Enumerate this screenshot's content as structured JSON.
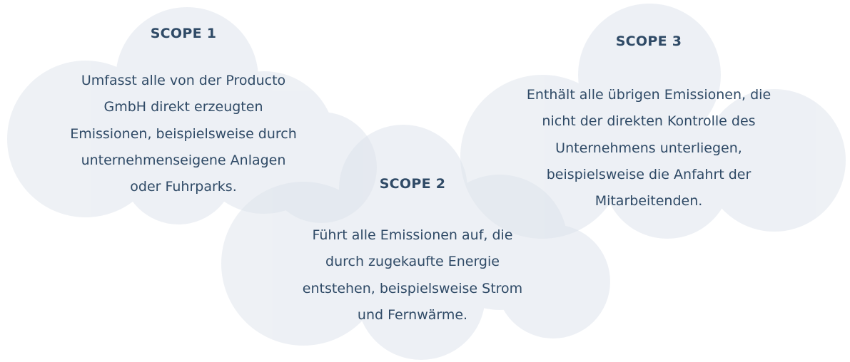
{
  "colors": {
    "cloud": "#dde3ec",
    "text": "#2f4a66"
  },
  "scopes": [
    {
      "title": "SCOPE 1",
      "lines": [
        "Umfasst alle von der Producto",
        "GmbH direkt erzeugten",
        "Emissionen, beispielsweise durch",
        "unternehmenseigene Anlagen",
        "oder Fuhrparks."
      ]
    },
    {
      "title": "SCOPE 2",
      "lines": [
        "Führt alle Emissionen auf, die",
        "durch zugekaufte Energie",
        "entstehen, beispielsweise Strom",
        "und Fernwärme."
      ]
    },
    {
      "title": "SCOPE 3",
      "lines": [
        "Enthält alle übrigen Emissionen, die",
        "nicht der direkten Kontrolle des",
        "Unternehmens unterliegen,",
        "beispielsweise die Anfahrt der",
        "Mitarbeitenden."
      ]
    }
  ]
}
